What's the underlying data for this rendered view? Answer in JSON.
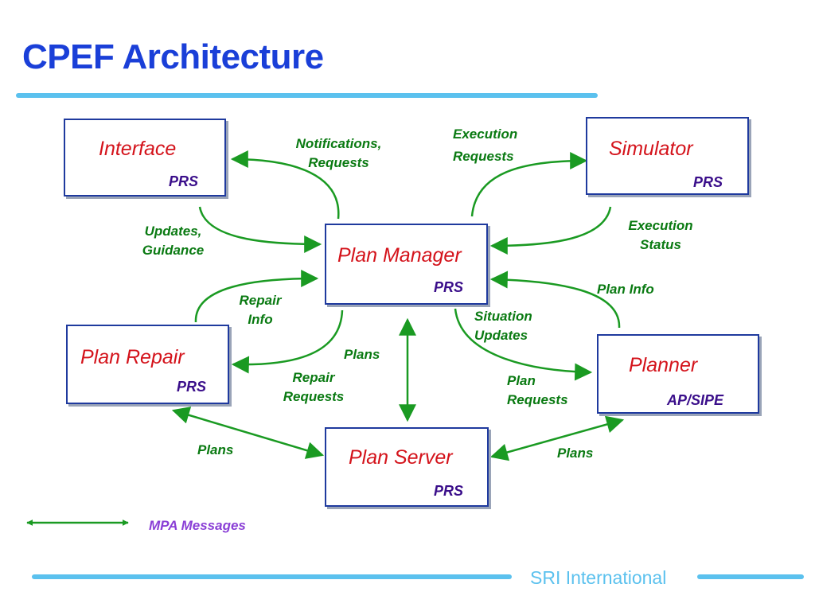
{
  "slide": {
    "title": "CPEF Architecture",
    "footer": "SRI International"
  },
  "colors": {
    "title": "#1a3fd8",
    "rule": "#5bc1ee",
    "box_border": "#1f3a9e",
    "component_name": "#d4131b",
    "implementation": "#3a0e8a",
    "message_label": "#0a7a12",
    "arrow": "#1a9a22",
    "legend_text": "#8a3fd6"
  },
  "components": {
    "interface": {
      "name": "Interface",
      "impl": "PRS"
    },
    "simulator": {
      "name": "Simulator",
      "impl": "PRS"
    },
    "plan_manager": {
      "name": "Plan Manager",
      "impl": "PRS"
    },
    "plan_repair": {
      "name": "Plan Repair",
      "impl": "PRS"
    },
    "planner": {
      "name": "Planner",
      "impl": "AP/SIPE"
    },
    "plan_server": {
      "name": "Plan Server",
      "impl": "PRS"
    }
  },
  "messages": {
    "notifications_requests": [
      "Notifications,",
      "Requests"
    ],
    "execution_requests": [
      "Execution",
      "Requests"
    ],
    "updates_guidance": [
      "Updates,",
      "Guidance"
    ],
    "execution_status": [
      "Execution",
      "Status"
    ],
    "repair_info": [
      "Repair",
      "Info"
    ],
    "plan_info": "Plan Info",
    "situation_updates": [
      "Situation",
      "Updates"
    ],
    "plans_center": "Plans",
    "repair_requests": [
      "Repair",
      "Requests"
    ],
    "plan_requests": [
      "Plan",
      "Requests"
    ],
    "plans_left": "Plans",
    "plans_right": "Plans"
  },
  "legend": {
    "label": "MPA Messages",
    "arrow_icon": "double-headed-arrow-icon"
  }
}
